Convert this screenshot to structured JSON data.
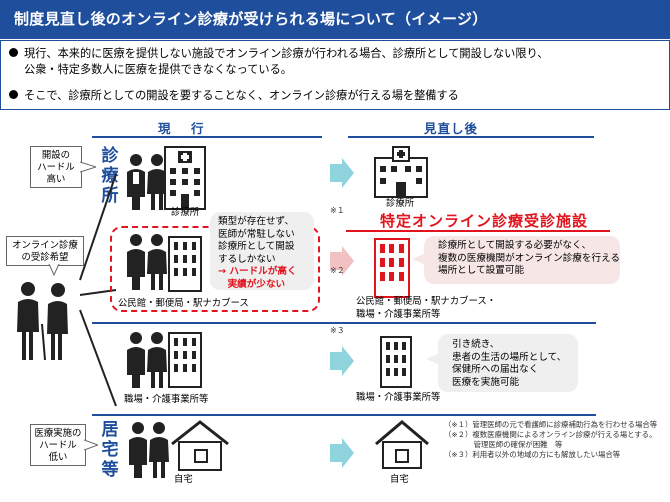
{
  "header": {
    "title": "制度見直し後のオンライン診療が受けられる場について（イメージ）"
  },
  "summary": {
    "bullet1_line1": "現行、本来的に医療を提供しない施設でオンライン診療が行われる場合、診療所として開設しない限り、",
    "bullet1_line2": "公衆・特定多数人に医療を提供できなくなっている。",
    "bullet2": "そこで、診療所としての開設を要することなく、オンライン診療が行える場を整備する"
  },
  "columns": {
    "current": "現　行",
    "revised": "見直し後"
  },
  "left": {
    "clinic_hurdle": [
      "開設の",
      "ハードル",
      "高い"
    ],
    "clinic_vertical": [
      "診",
      "療",
      "所"
    ],
    "clinic_label": "診療所",
    "patient_bubble": [
      "オンライン診療",
      "の受診希望"
    ],
    "type_text": [
      "類型が存在せず、",
      "医師が常駐しない",
      "診療所として開設",
      "するしかない"
    ],
    "type_emph": [
      "→ ハードルが高く",
      "　実績が少ない"
    ],
    "public_label": "公民館・郵便局・駅ナカブース",
    "work_label": "職場・介護事業所等",
    "home_hurdle": [
      "医療実施の",
      "ハードル",
      "低い"
    ],
    "home_vertical": [
      "居",
      "宅",
      "等"
    ],
    "home_label": "自宅"
  },
  "right": {
    "clinic_label": "診療所",
    "facility_title": "特定オンライン診療受診施設",
    "facility_desc": [
      "診療所として開設する必要がなく、",
      "複数の医療機関がオンライン診療を行える",
      "場所として設置可能"
    ],
    "facility_label_1": "公民館・郵便局・駅ナカブース・",
    "facility_label_2": "職場・介護事業所等",
    "work_desc": [
      "引き続き、",
      "患者の生活の場所として、",
      "保健所への届出なく",
      "医療を実施可能"
    ],
    "work_label": "職場・介護事業所等",
    "home_label": "自宅"
  },
  "marks": {
    "m1": "※１",
    "m2": "※２",
    "m3": "※３"
  },
  "notes": [
    "（※１）管理医師の元で看護師に診療補助行為を行わせる場合等",
    "（※２）複数医療機関によるオンライン診療が行える場とする。",
    "　　　　管理医師の確保が困難　等",
    "（※３）利用者以外の地域の方にも解放したい場合等"
  ],
  "colors": {
    "blue": "#1f4e9d",
    "red": "#e2141e",
    "arrow": "#8fd3dc"
  }
}
